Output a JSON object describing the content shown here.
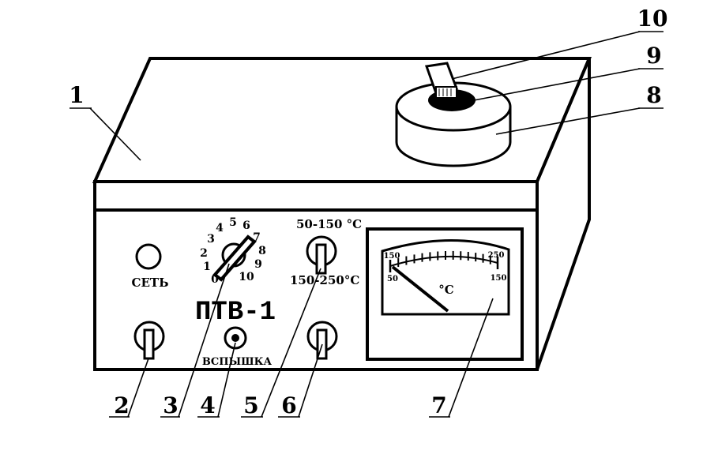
{
  "device": {
    "model": "ПТВ-1",
    "power_label": "СЕТЬ",
    "flash_label": "ВСПЫШКА",
    "range_high": "50-150",
    "range_low": "150-250",
    "unit_c": "°C",
    "dial_numbers": [
      "0",
      "1",
      "2",
      "3",
      "4",
      "5",
      "6",
      "7",
      "8",
      "9",
      "10"
    ],
    "meter": {
      "unit": "°C",
      "scale_outer_left": "150",
      "scale_outer_right": "250",
      "scale_inner_left": "50",
      "scale_inner_right": "150"
    }
  },
  "callouts": [
    "1",
    "2",
    "3",
    "4",
    "5",
    "6",
    "7",
    "8",
    "9",
    "10"
  ]
}
